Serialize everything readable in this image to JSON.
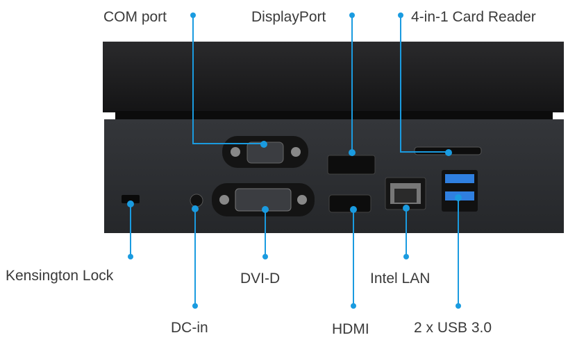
{
  "labels": {
    "com_port": "COM port",
    "displayport": "DisplayPort",
    "card_reader": "4-in-1 Card Reader",
    "kensington_lock": "Kensington Lock",
    "dvi_d": "DVI-D",
    "intel_lan": "Intel LAN",
    "dc_in": "DC-in",
    "hdmi": "HDMI",
    "usb": "2 x USB 3.0"
  },
  "colors": {
    "callout": "#1a9be0",
    "device_top": "#1c1c1e",
    "device_panel": "#2c2e32"
  }
}
